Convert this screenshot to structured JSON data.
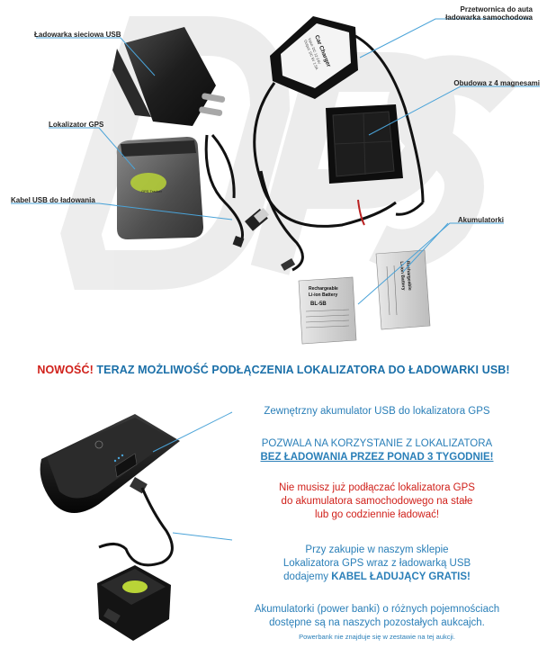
{
  "labels": {
    "wall_charger": "Ładowarka sieciowa USB",
    "car_converter_1": "Przetwornica do auta",
    "car_converter_2": "ładowarka samochodowa",
    "magnet_case": "Obudowa z 4 magnesami",
    "gps_locator": "Lokalizator GPS",
    "usb_cable": "Kabel USB do ładowania",
    "batteries": "Akumulatorki"
  },
  "product_print": {
    "car_charger": "Car Charger",
    "car_charger_spec_1": "Input: DC 12-24V",
    "car_charger_spec_2": "Output: DC 5V 1.5A",
    "locator_brand": "GPS Tracker",
    "battery_1_line1": "Rechargeable",
    "battery_1_line2": "Li-ion Battery",
    "battery_1_model": "BL-5B",
    "battery_2_line1": "Rechargeable",
    "battery_2_line2": "Li-ion Battery"
  },
  "watermark": "GPS",
  "headline": {
    "new_word": "NOWOŚĆ!",
    "rest": " TERAZ MOŻLIWOŚĆ PODŁĄCZENIA LOKALIZATORA DO ŁADOWARKI USB!"
  },
  "info": {
    "external_battery": "Zewnętrzny akumulator USB do lokalizatora GPS",
    "allows_line1": "POZWALA NA KORZYSTANIE Z LOKALIZATORA",
    "allows_line2": "BEZ ŁADOWANIA PRZEZ PONAD 3 TYGODNIE!",
    "no_need_line1": "Nie musisz już podłączać lokalizatora GPS",
    "no_need_line2": "do akumulatora samochodowego na stałe",
    "no_need_line3": "lub go codziennie ładować!",
    "promo_line1": "Przy zakupie w naszym sklepie",
    "promo_line2": "Lokalizatora GPS wraz z ładowarką USB",
    "promo_line3_normal": "dodajemy ",
    "promo_line3_bold": "KABEL ŁADUJĄCY GRATIS!",
    "powerbanks_line1": "Akumulatorki (power banki) o różnych pojemnościach",
    "powerbanks_line2": "dostępne są na naszych pozostałych aukcajch.",
    "footnote": "Powerbank  nie znajduje się w zestawie na tej aukcji."
  },
  "colors": {
    "blue_text": "#2a7fb8",
    "red_text": "#d0201a",
    "pointer_line": "#4aa3d8"
  }
}
